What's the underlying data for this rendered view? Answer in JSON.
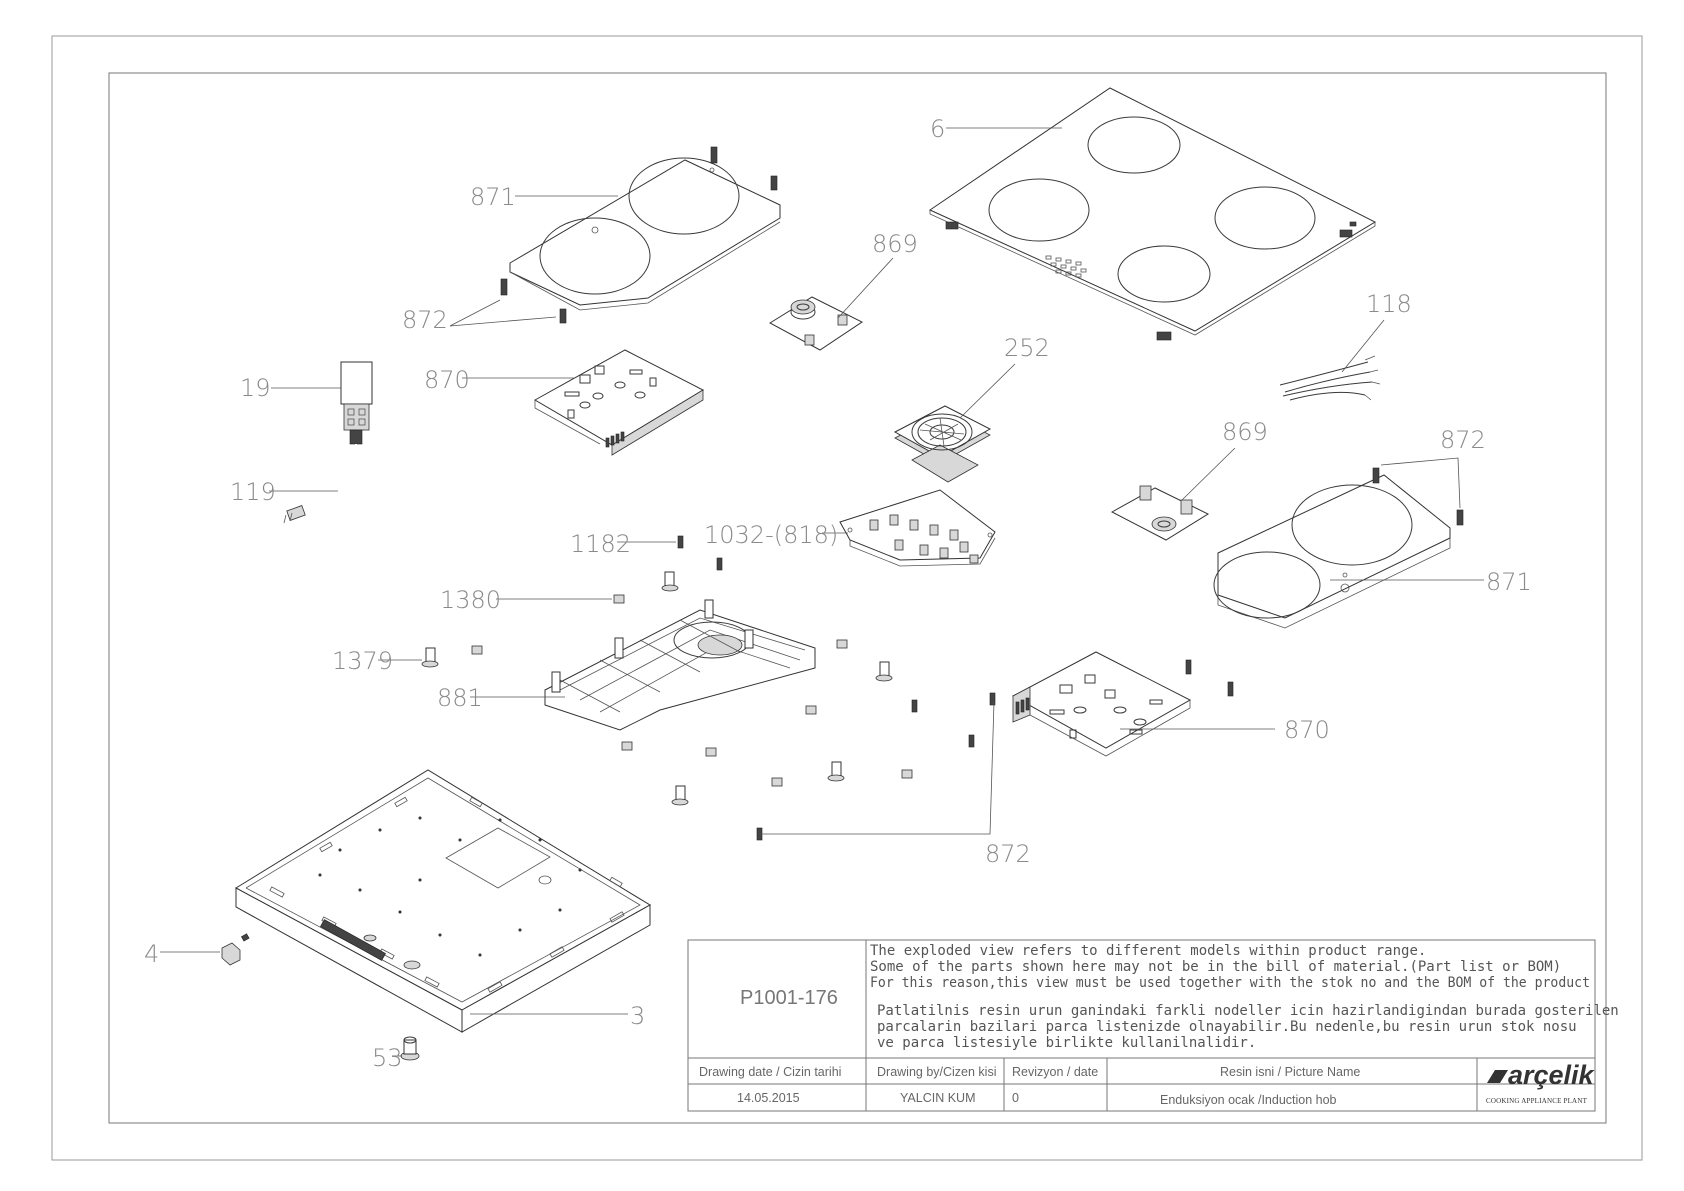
{
  "callouts": {
    "c6": "6",
    "c871_top": "871",
    "c869_top": "869",
    "c872_top": "872",
    "c118": "118",
    "c252": "252",
    "c19": "19",
    "c870_top": "870",
    "c869_right": "869",
    "c872_right": "872",
    "c119": "119",
    "c1032": "1032-(818)",
    "c1182": "1182",
    "c871_right": "871",
    "c1380": "1380",
    "c1379": "1379",
    "c881": "881",
    "c870_right": "870",
    "c872_bottom": "872",
    "c4": "4",
    "c3": "3",
    "c53": "53"
  },
  "title_block": {
    "drawing_code": "P1001-176",
    "note_en_1": "The exploded view refers to different models within product range.",
    "note_en_2": "Some of the parts shown here may not be in the bill of material.(Part list or BOM)",
    "note_en_3": "For this reason,this view must be used together with the stok no and the BOM of the product",
    "note_tr_1": "Patlatilnis resin urun ganindaki farkli nodeller icin hazirlandigindan burada gosterilen",
    "note_tr_2": "parcalarin bazilari parca listenizde olnayabilir.Bu nedenle,bu resin urun stok nosu",
    "note_tr_3": "ve parca listesiyle birlikte kullanilnalidir.",
    "header_date": "Drawing date / Cizin tarihi",
    "header_by": "Drawing by/Cizen kisi",
    "header_rev": "Revizyon / date",
    "header_name": "Resin isni / Picture Name",
    "value_date": "14.05.2015",
    "value_by": "YALCIN KUM",
    "value_rev": "0",
    "value_name": "Enduksiyon ocak /Induction hob",
    "logo": "arçelik",
    "logo_sub": "COOKING APPLIANCE PLANT"
  }
}
